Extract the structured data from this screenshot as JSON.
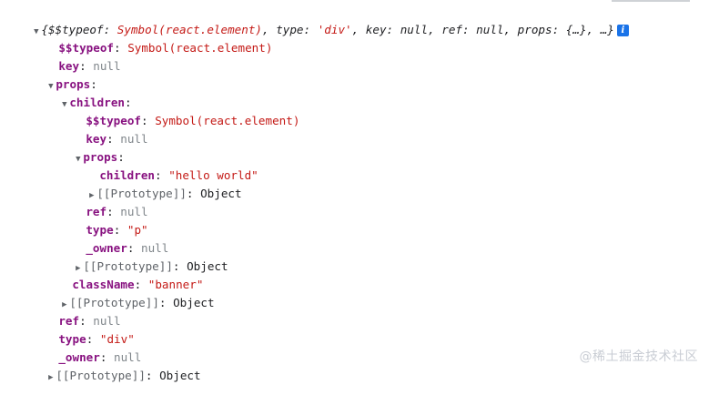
{
  "summary": {
    "open_brace": "{",
    "typeof_key": "$$typeof",
    "typeof_val": "Symbol(react.element)",
    "type_key": "type",
    "type_val": "'div'",
    "key_key": "key",
    "key_val": "null",
    "ref_key": "ref",
    "ref_val": "null",
    "props_key": "props",
    "props_val": "{…}",
    "ellipsis": "…}",
    "info_glyph": "i"
  },
  "root": {
    "typeof_key": "$$typeof",
    "typeof_val": "Symbol(react.element)",
    "key_key": "key",
    "key_val": "null",
    "props_key": "props",
    "children_key": "children",
    "child": {
      "typeof_key": "$$typeof",
      "typeof_val": "Symbol(react.element)",
      "key_key": "key",
      "key_val": "null",
      "props_key": "props",
      "props_children_key": "children",
      "props_children_val": "\"hello world\"",
      "props_proto_key": "[[Prototype]]",
      "props_proto_val": "Object",
      "ref_key": "ref",
      "ref_val": "null",
      "type_key": "type",
      "type_val": "\"p\"",
      "owner_key": "_owner",
      "owner_val": "null",
      "proto_key": "[[Prototype]]",
      "proto_val": "Object"
    },
    "classname_key": "className",
    "classname_val": "\"banner\"",
    "props_proto_key": "[[Prototype]]",
    "props_proto_val": "Object",
    "ref_key": "ref",
    "ref_val": "null",
    "type_key": "type",
    "type_val": "\"div\"",
    "owner_key": "_owner",
    "owner_val": "null",
    "proto_key": "[[Prototype]]",
    "proto_val": "Object"
  },
  "icons": {
    "expanded": "expanded-triangle-icon",
    "collapsed": "collapsed-triangle-icon",
    "info": "info-icon"
  },
  "colors": {
    "key": "#881280",
    "string": "#c41a16",
    "null": "#80868b",
    "info_badge": "#1a73e8"
  },
  "watermark": "@稀土掘金技术社区"
}
